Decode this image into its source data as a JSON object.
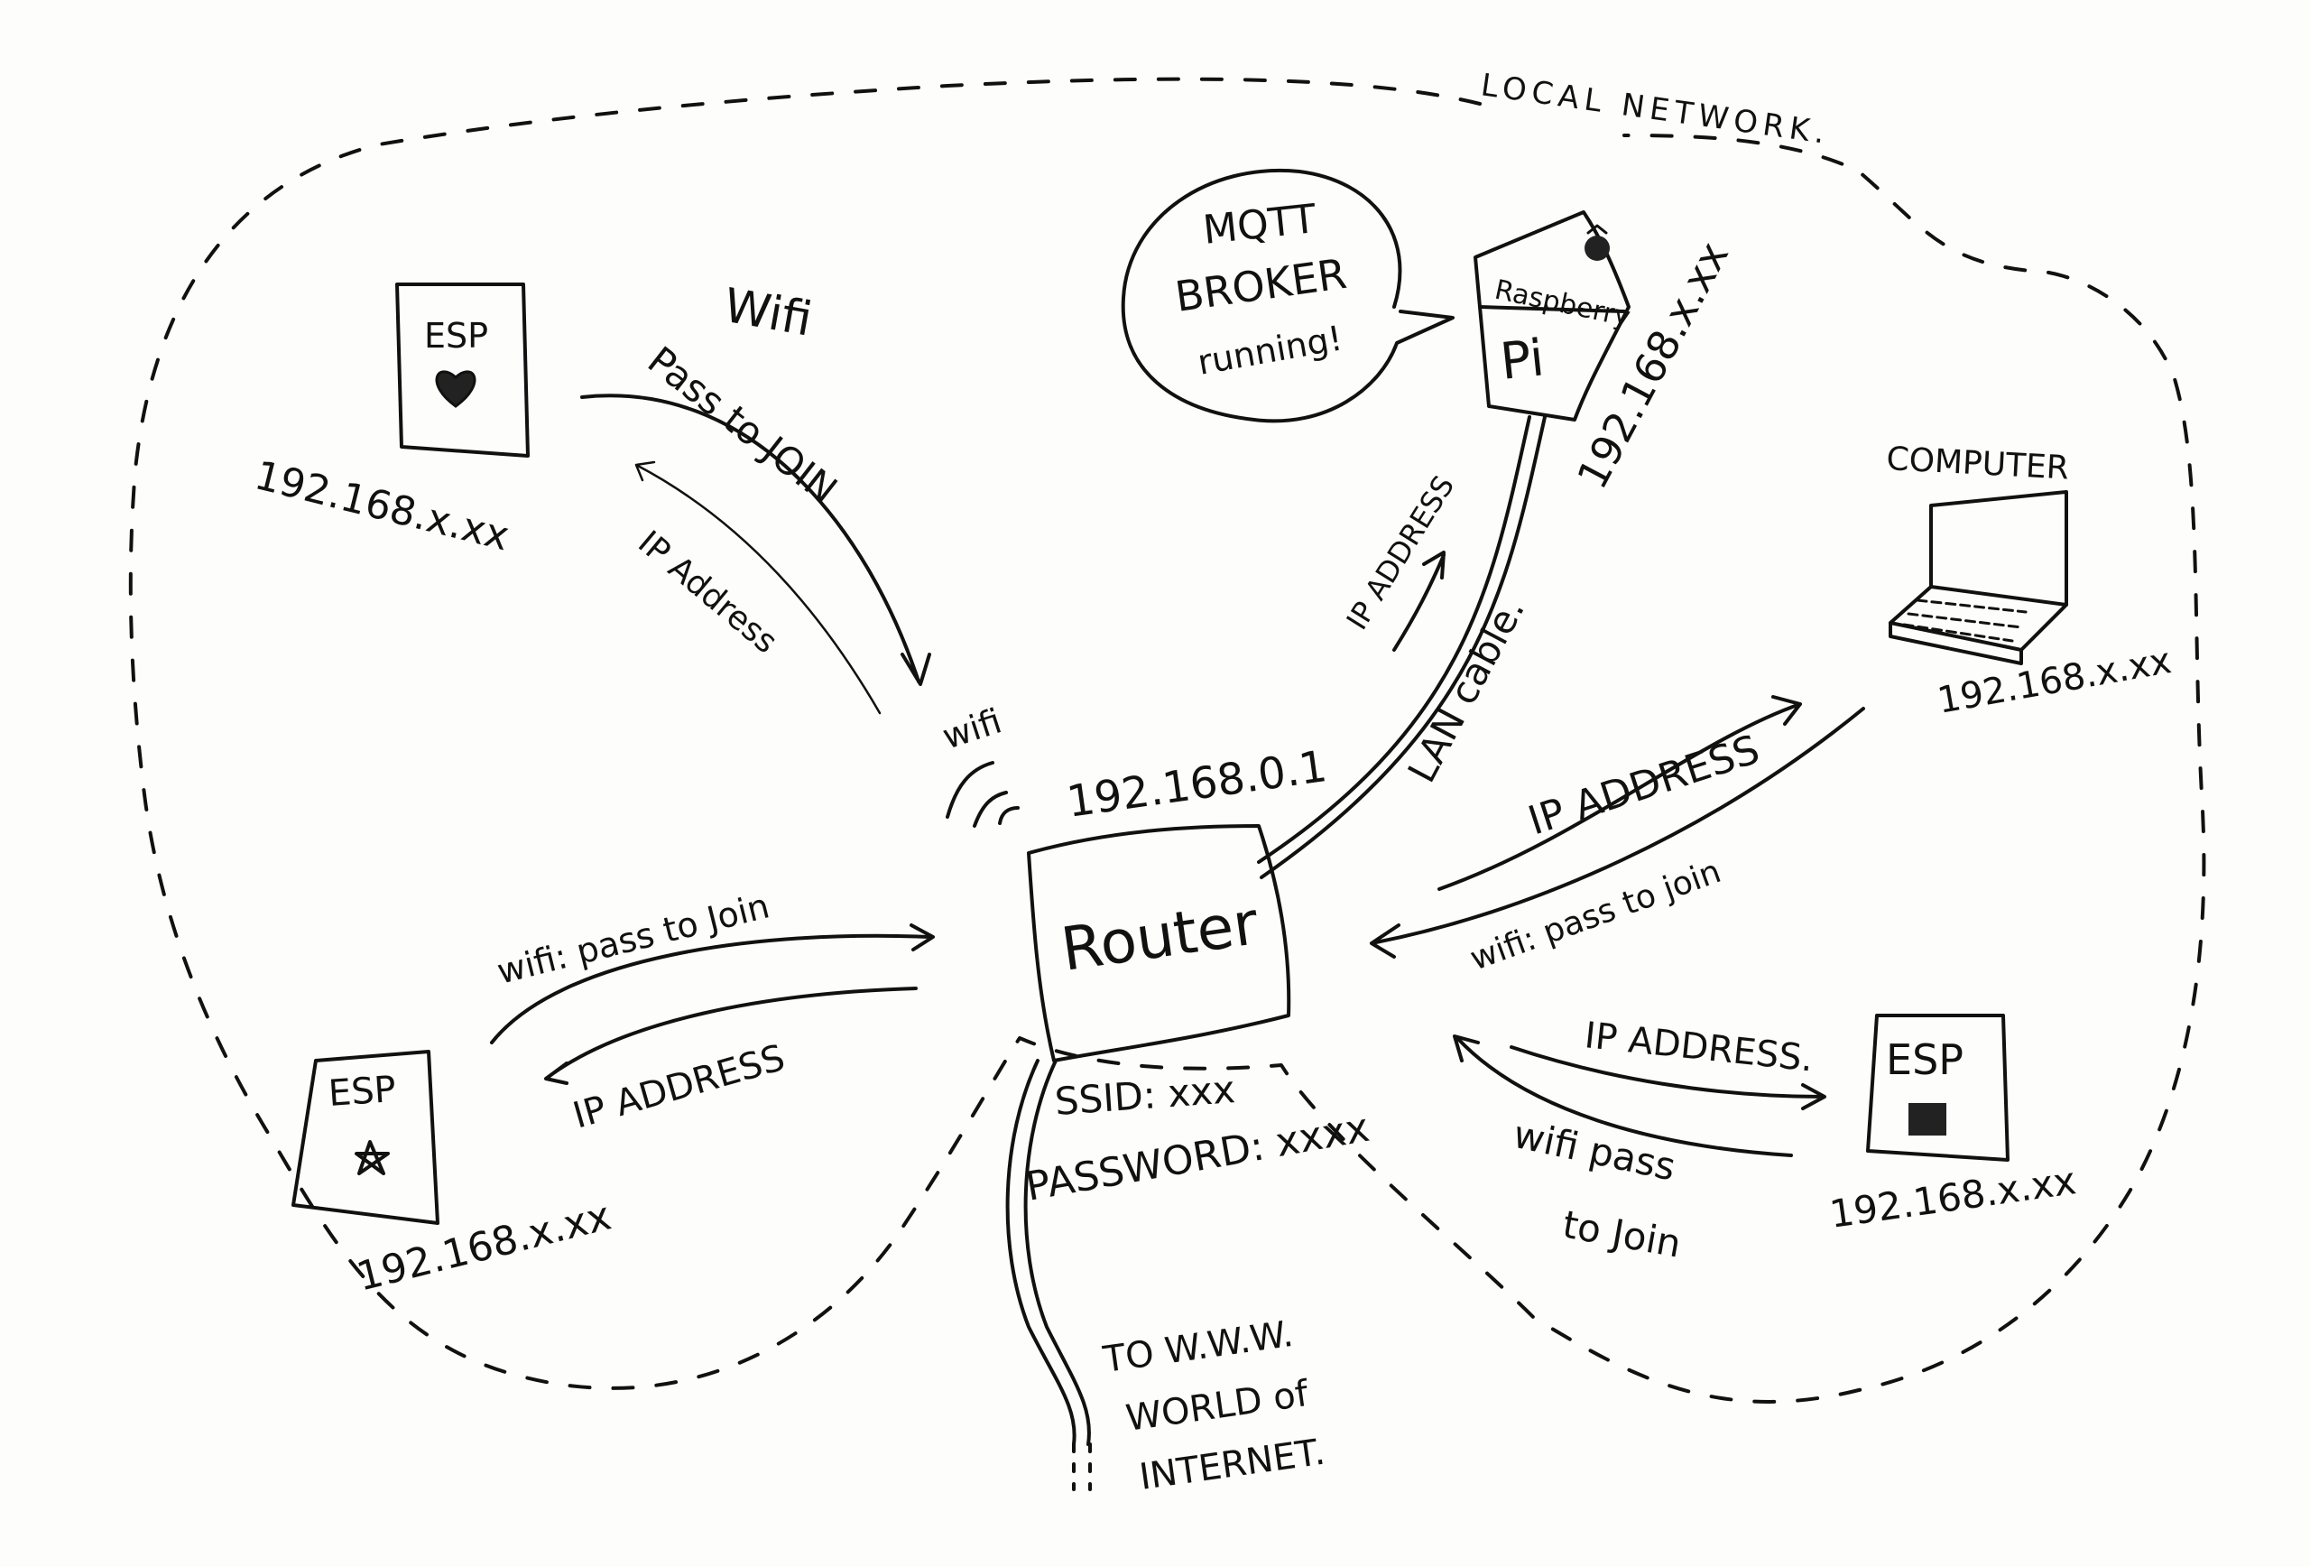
{
  "labels": {
    "local_network": "LOCAL NETWORK.",
    "router": "Router",
    "router_ip": "192.168.0.1",
    "router_wifi": "wifi",
    "ssid": "SSID: xxx",
    "password": "PASSWORD: xxxx",
    "www": [
      "TO W.W.W.",
      "WORLD of",
      "INTERNET."
    ],
    "mqtt": [
      "MQTT",
      "BROKER",
      "running!"
    ],
    "raspberry": "Raspberry",
    "pi": "Pi",
    "raspberry_ip": "192.168.x.xx",
    "lan_cable": "LAN cable.",
    "ip_address": "IP ADDRESS",
    "computer": "COMPUTER",
    "computer_ip": "192.168.x.xx",
    "computer_wifi": "wifi: pass to join",
    "computer_ip_address": "IP ADDRESS",
    "esp_label": "ESP",
    "esp_topleft_ip": "192.168.x.xx",
    "esp_topleft_wifi": [
      "Wifi",
      "Pass to JOIN"
    ],
    "esp_topleft_ipaddr": "IP Address",
    "esp_bottomleft_ip": "192.168.x.xx",
    "esp_bottomleft_wifi": "wifi: pass to Join",
    "esp_bottomleft_ipaddr": "IP ADDRESS",
    "esp_right_ip": "192.168.x.xx",
    "esp_right_ipaddr": "IP ADDRESS.",
    "esp_right_wifi": [
      "wifi pass",
      "to Join"
    ]
  },
  "icons": {
    "esp_topleft": "heart-icon",
    "esp_bottomleft": "star-icon",
    "esp_right": "chip-icon",
    "raspberry": "raspberry-icon"
  },
  "colors": {
    "ink": "#111111",
    "router_fill": "#d6d6d6",
    "paper": "#fdfdfb"
  }
}
